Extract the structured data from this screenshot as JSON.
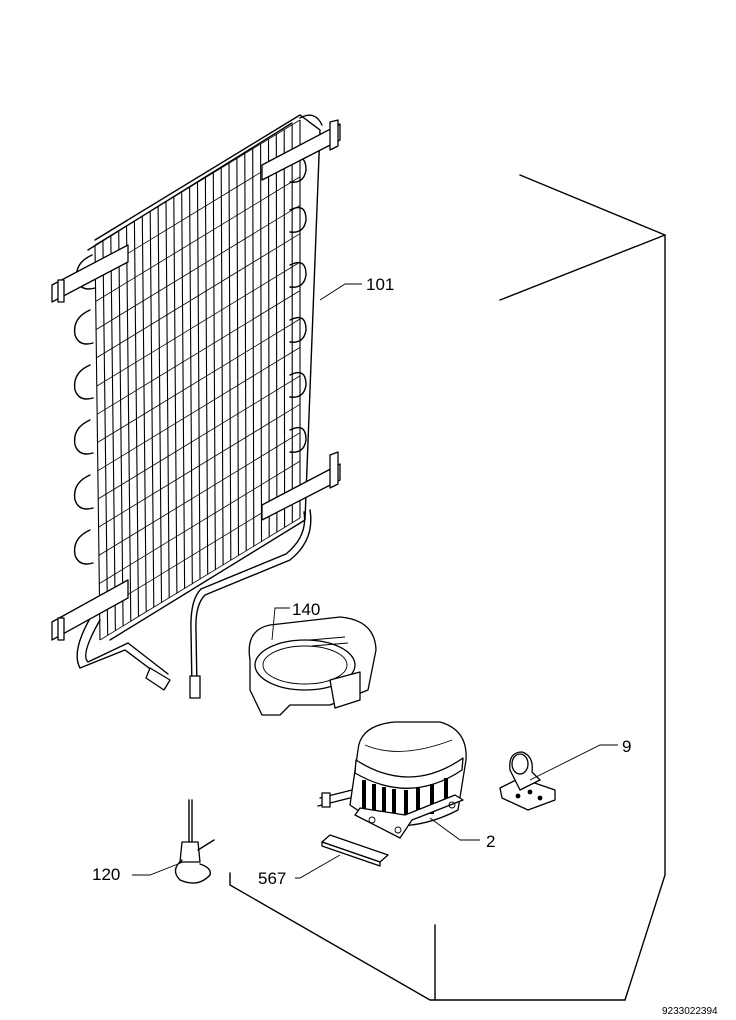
{
  "labels": {
    "condenser": "101",
    "drip_tray": "140",
    "relay": "9",
    "compressor": "2",
    "plate": "567",
    "filter_drier": "120"
  },
  "drawing_code": "9233022394"
}
